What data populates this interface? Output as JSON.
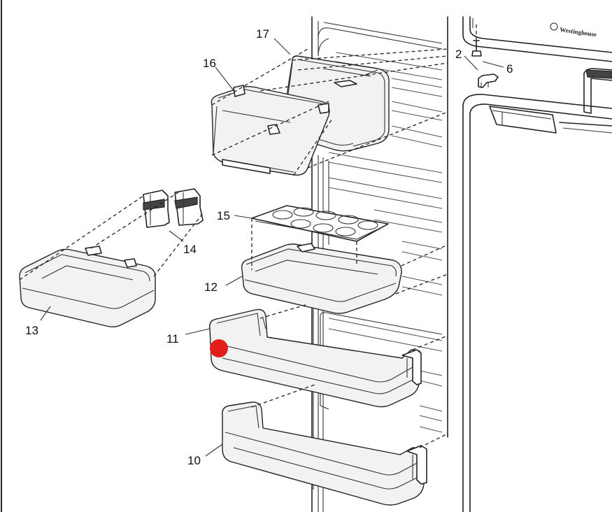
{
  "brand": "Westinghouse",
  "callouts": [
    {
      "id": "2",
      "label": "2"
    },
    {
      "id": "6",
      "label": "6"
    },
    {
      "id": "10",
      "label": "10"
    },
    {
      "id": "11",
      "label": "11"
    },
    {
      "id": "12",
      "label": "12"
    },
    {
      "id": "13",
      "label": "13"
    },
    {
      "id": "14",
      "label": "14"
    },
    {
      "id": "15",
      "label": "15"
    },
    {
      "id": "16",
      "label": "16"
    },
    {
      "id": "17",
      "label": "17"
    }
  ],
  "marker": {
    "color": "#e11d1d",
    "icon": "red-dot-marker-icon"
  },
  "colors": {
    "line": "#222222",
    "background": "#ffffff"
  }
}
